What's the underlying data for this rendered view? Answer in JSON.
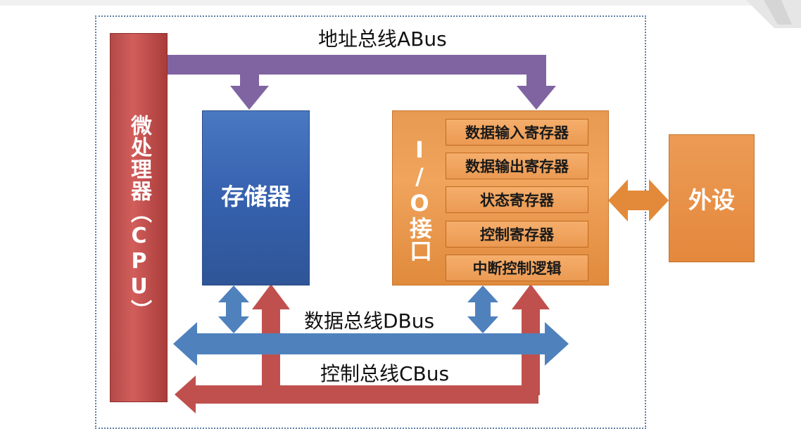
{
  "buses": {
    "address": "地址总线ABus",
    "data": "数据总线DBus",
    "control": "控制总线CBus"
  },
  "cpu": {
    "label": "微处理器（CPU）"
  },
  "memory": {
    "label": "存储器"
  },
  "io": {
    "label": "I/O接口",
    "registers": [
      "数据输入寄存器",
      "数据输出寄存器",
      "状态寄存器",
      "控制寄存器",
      "中断控制逻辑"
    ]
  },
  "device": {
    "label": "外设"
  },
  "colors": {
    "address_bus": "#8064a2",
    "data_bus": "#4f81bd",
    "control_bus": "#c0504d",
    "io_bus": "#e28a3a"
  }
}
